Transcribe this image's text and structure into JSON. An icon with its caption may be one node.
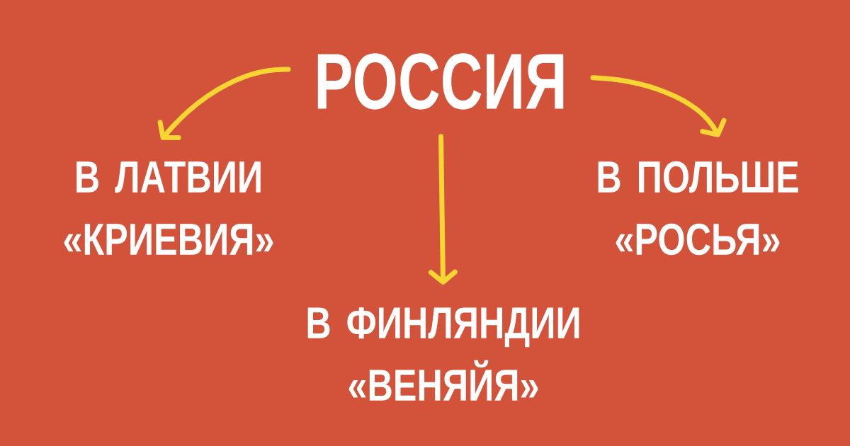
{
  "diagram": {
    "nodes": [
      {
        "text": [
          "РОССИЯ"
        ]
      },
      {
        "text": [
          "В ЛАТВИИ «КРИЕВИЯ»"
        ]
      },
      {
        "text": [
          "В ПОЛЬШЕ «РОСЬЯ»"
        ]
      },
      {
        "text": [
          "В ФИНЛЯНДИИ «ВЕНЯЙЯ»"
        ]
      }
    ],
    "edges": [
      {
        "from": 0,
        "to": 1,
        "arrow": "to"
      },
      {
        "from": 0,
        "to": 2,
        "arrow": "to"
      },
      {
        "from": 0,
        "to": 3,
        "arrow": "to"
      }
    ]
  }
}
